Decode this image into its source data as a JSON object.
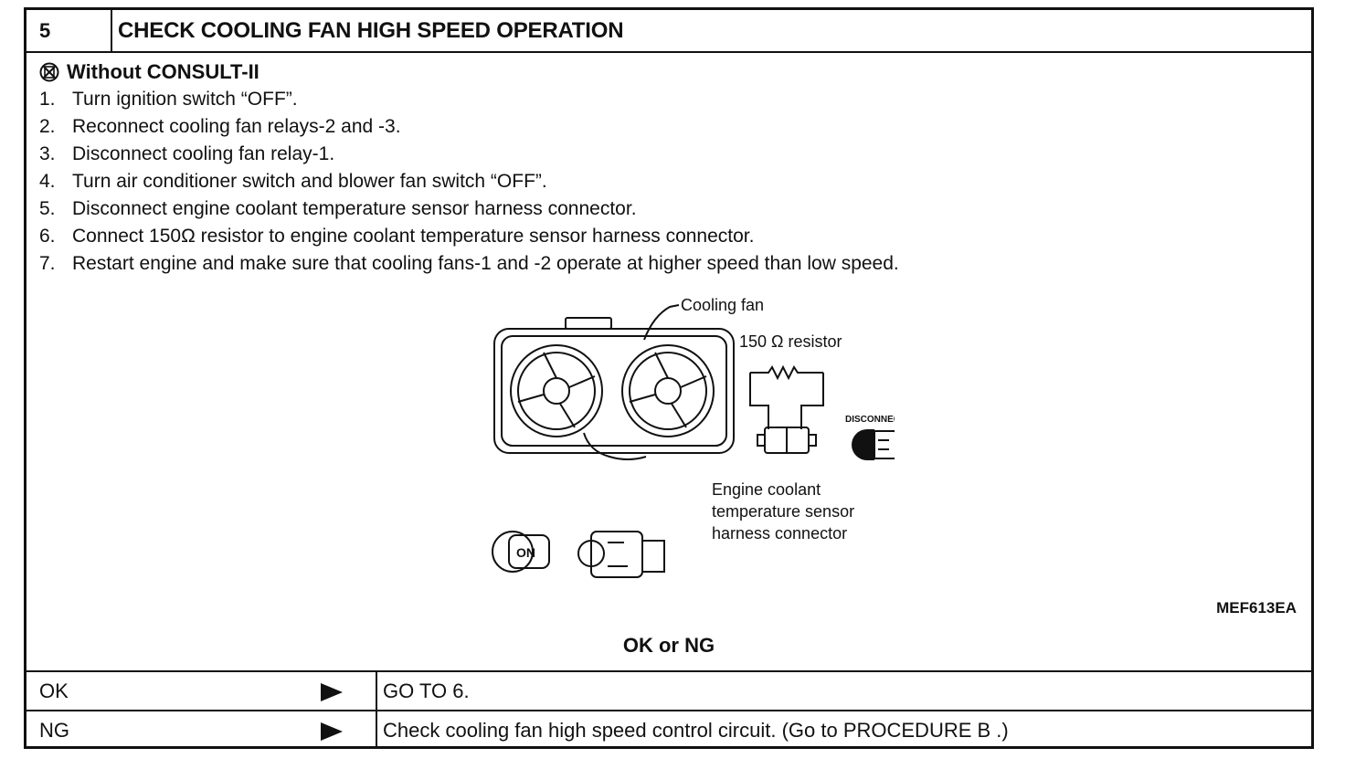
{
  "header": {
    "number": "5",
    "title": "CHECK COOLING FAN HIGH SPEED OPERATION"
  },
  "condition": {
    "icon": "no-consult-icon",
    "label": "Without CONSULT-II"
  },
  "steps": [
    {
      "num": "1.",
      "text": "Turn ignition switch “OFF”."
    },
    {
      "num": "2.",
      "text": "Reconnect cooling fan relays-2 and -3."
    },
    {
      "num": "3.",
      "text": "Disconnect cooling fan relay-1."
    },
    {
      "num": "4.",
      "text": "Turn air conditioner switch and blower fan switch “OFF”."
    },
    {
      "num": "5.",
      "text": "Disconnect engine coolant temperature sensor harness connector."
    },
    {
      "num": "6.",
      "text": "Connect 150Ω resistor to engine coolant temperature sensor harness connector."
    },
    {
      "num": "7.",
      "text": "Restart engine and make sure that cooling fans-1 and -2 operate at higher speed than low speed."
    }
  ],
  "diagram": {
    "cooling_fan_label": "Cooling fan",
    "resistor_label": "150  Ω  resistor",
    "disconnect_label": "DISCONNECT",
    "connector_label_1": "Engine coolant",
    "connector_label_2": "temperature sensor",
    "connector_label_3": "harness connector",
    "key_label": "ON",
    "figure_code": "MEF613EA"
  },
  "result_heading": "OK or NG",
  "results": [
    {
      "status": "OK",
      "action": "GO TO 6."
    },
    {
      "status": "NG",
      "action": "Check cooling fan high speed control circuit. (Go to PROCEDURE B .)"
    }
  ]
}
